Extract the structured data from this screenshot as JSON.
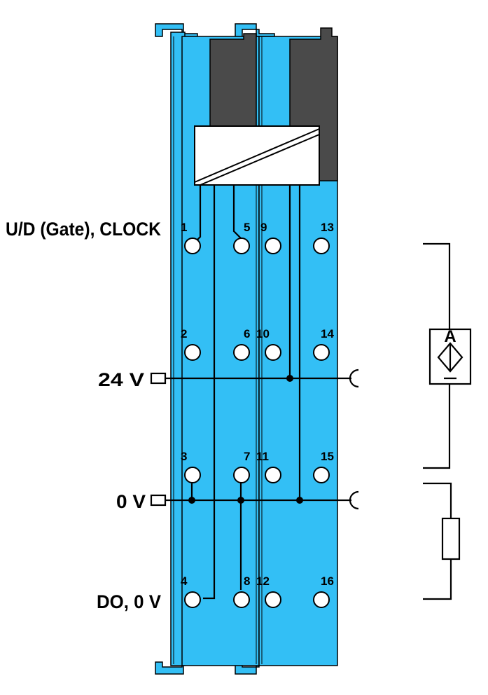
{
  "labels": {
    "ud_clock": "U/D (Gate), CLOCK",
    "v24": "24 V",
    "v0": "0 V",
    "do_0v": "DO, 0 V"
  },
  "terminals": [
    "1",
    "2",
    "3",
    "4",
    "5",
    "6",
    "7",
    "8",
    "9",
    "10",
    "11",
    "12",
    "13",
    "14",
    "15",
    "16"
  ],
  "sensor_symbol": "A",
  "colors": {
    "module_blue": "#33bff5",
    "frame_blue": "#27a8de",
    "dark_gray": "#4a4a4a",
    "line": "#000000"
  }
}
